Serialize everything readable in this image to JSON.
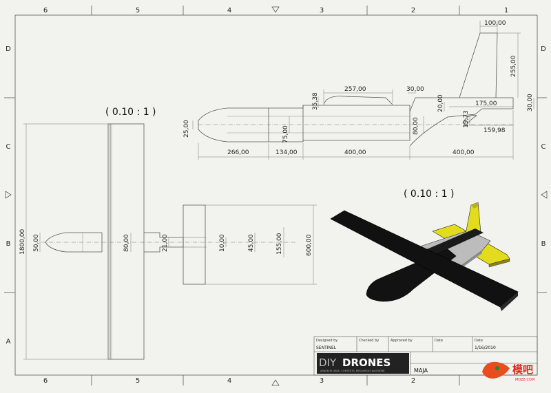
{
  "colors": {
    "paper": "#f2f2ee",
    "line": "#555555",
    "dim_line": "#777777",
    "model_black": "#121212",
    "model_yellow": "#e3dc1d",
    "model_gray": "#bcbcbc",
    "logo_bg": "#222222"
  },
  "border": {
    "columns": [
      "6",
      "5",
      "4",
      "3",
      "2",
      "1"
    ],
    "rows": [
      "D",
      "C",
      "B",
      "A"
    ]
  },
  "views": {
    "top_scale": "( 0.10 : 1 )",
    "iso_scale": "( 0.10 : 1 )"
  },
  "side_view_dims": {
    "fin_top_width": "100,00",
    "fin_height": "255,00",
    "canopy_length": "257,00",
    "canopy_height": "35,38",
    "step_30_top": "30,00",
    "tail_boom_height": "20,00",
    "tail_length": "175,00",
    "tail_right_30": "30,00",
    "nose_height": "25,00",
    "body_height_small": "75,00",
    "body_height": "80,00",
    "tail_drop": "19,73",
    "tail_chord": "159,98",
    "nose_length": "266,00",
    "section2_length": "134,00",
    "section3_length": "400,00",
    "tail_section_length": "400,00"
  },
  "top_view_dims": {
    "wingspan": "1800,00",
    "nose_width": "50,00",
    "fuse_width": "80,00",
    "boom_width": "21,00",
    "boom_10": "10,00",
    "boom_45": "45,00",
    "stab_chord": "155,00",
    "stab_span": "600,00"
  },
  "title_block": {
    "designed_by_label": "Designed by",
    "designed_by": "SENTINEL",
    "checked_by_label": "Checked by",
    "approved_by_label": "Approved by",
    "date_label_1": "Date",
    "date_label_2": "Date",
    "date_value": "1/16/2010",
    "logo_diy": "DIY",
    "logo_drones": "DRONES",
    "logo_tagline": "AMATEUR UAVS, CONTESTS, RESOURCES and MORE",
    "part_name": "MAJA"
  },
  "watermark": {
    "text": "模吧",
    "url": "MOZ8.COM"
  }
}
